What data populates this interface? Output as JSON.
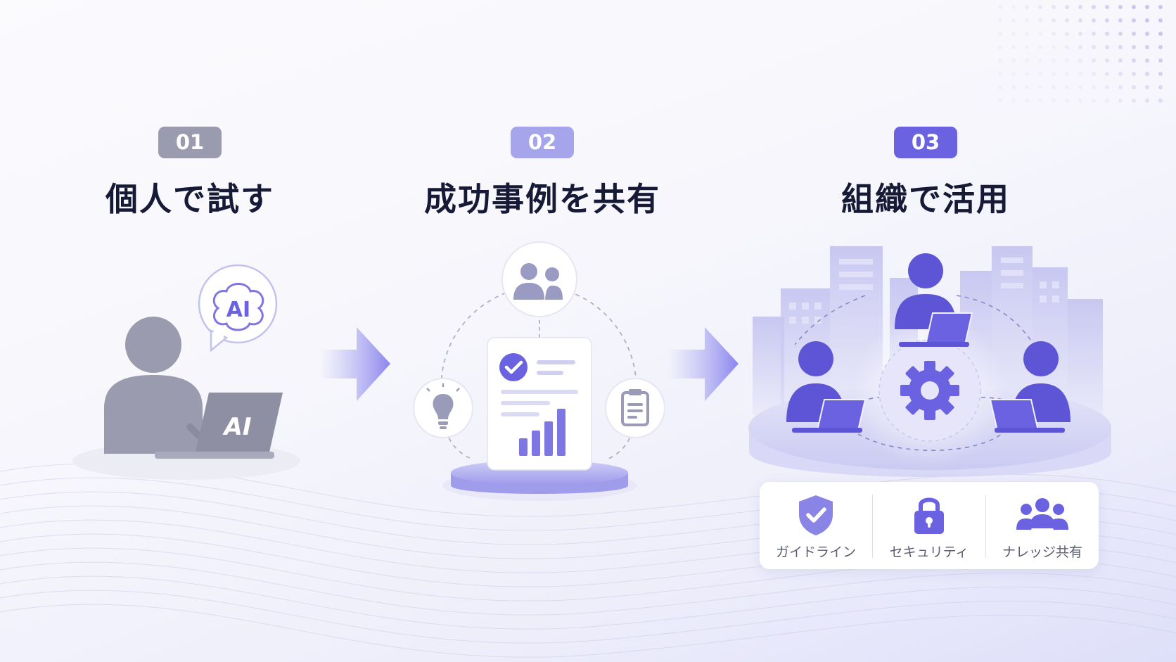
{
  "steps": [
    {
      "number": "01",
      "title": "個人で試す",
      "color": "#9a9bae"
    },
    {
      "number": "02",
      "title": "成功事例を共有",
      "color": "#a6a5ec"
    },
    {
      "number": "03",
      "title": "組織で活用",
      "color": "#6a62e0"
    }
  ],
  "step1": {
    "bubble_text": "AI",
    "laptop_text": "AI"
  },
  "features": [
    {
      "label": "ガイドライン",
      "icon": "shield-check-icon"
    },
    {
      "label": "セキュリティ",
      "icon": "lock-icon"
    },
    {
      "label": "ナレッジ共有",
      "icon": "team-icon"
    }
  ],
  "colors": {
    "accent": "#6a62e0",
    "accent_light": "#a6a5ec",
    "gray": "#9a9bae",
    "title": "#171a36"
  }
}
